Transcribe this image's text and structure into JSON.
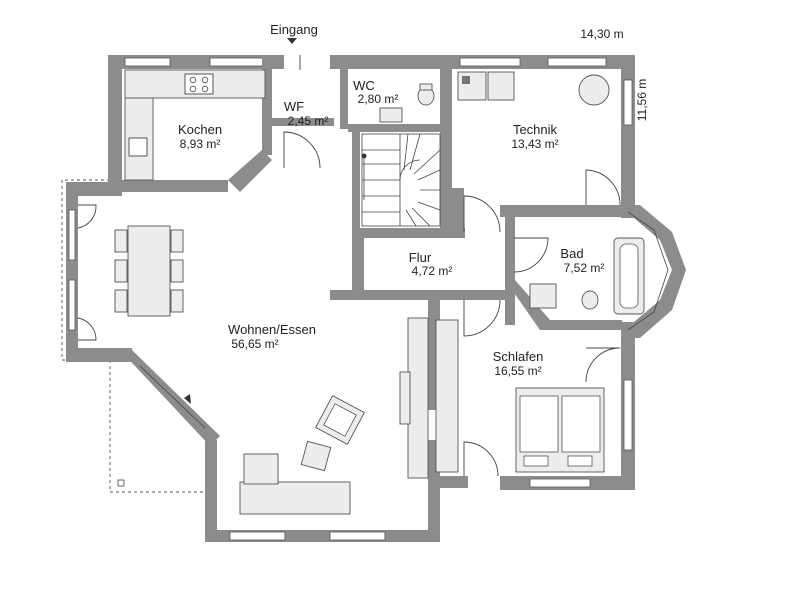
{
  "entrance": "Eingang",
  "dimensions": {
    "width": "14,30 m",
    "depth": "11,56 m"
  },
  "rooms": {
    "kochen": {
      "name": "Kochen",
      "area": "8,93 m²"
    },
    "wf": {
      "name": "WF",
      "area": "2,45 m²"
    },
    "wc": {
      "name": "WC",
      "area": "2,80 m²"
    },
    "technik": {
      "name": "Technik",
      "area": "13,43 m²"
    },
    "flur": {
      "name": "Flur",
      "area": "4,72 m²"
    },
    "bad": {
      "name": "Bad",
      "area": "7,52 m²"
    },
    "wohnen": {
      "name": "Wohnen/Essen",
      "area": "56,65 m²"
    },
    "schlafen": {
      "name": "Schlafen",
      "area": "16,55 m²"
    }
  },
  "colors": {
    "wall": "#8c8c8c",
    "furniture": "#ededed",
    "line": "#333333"
  }
}
